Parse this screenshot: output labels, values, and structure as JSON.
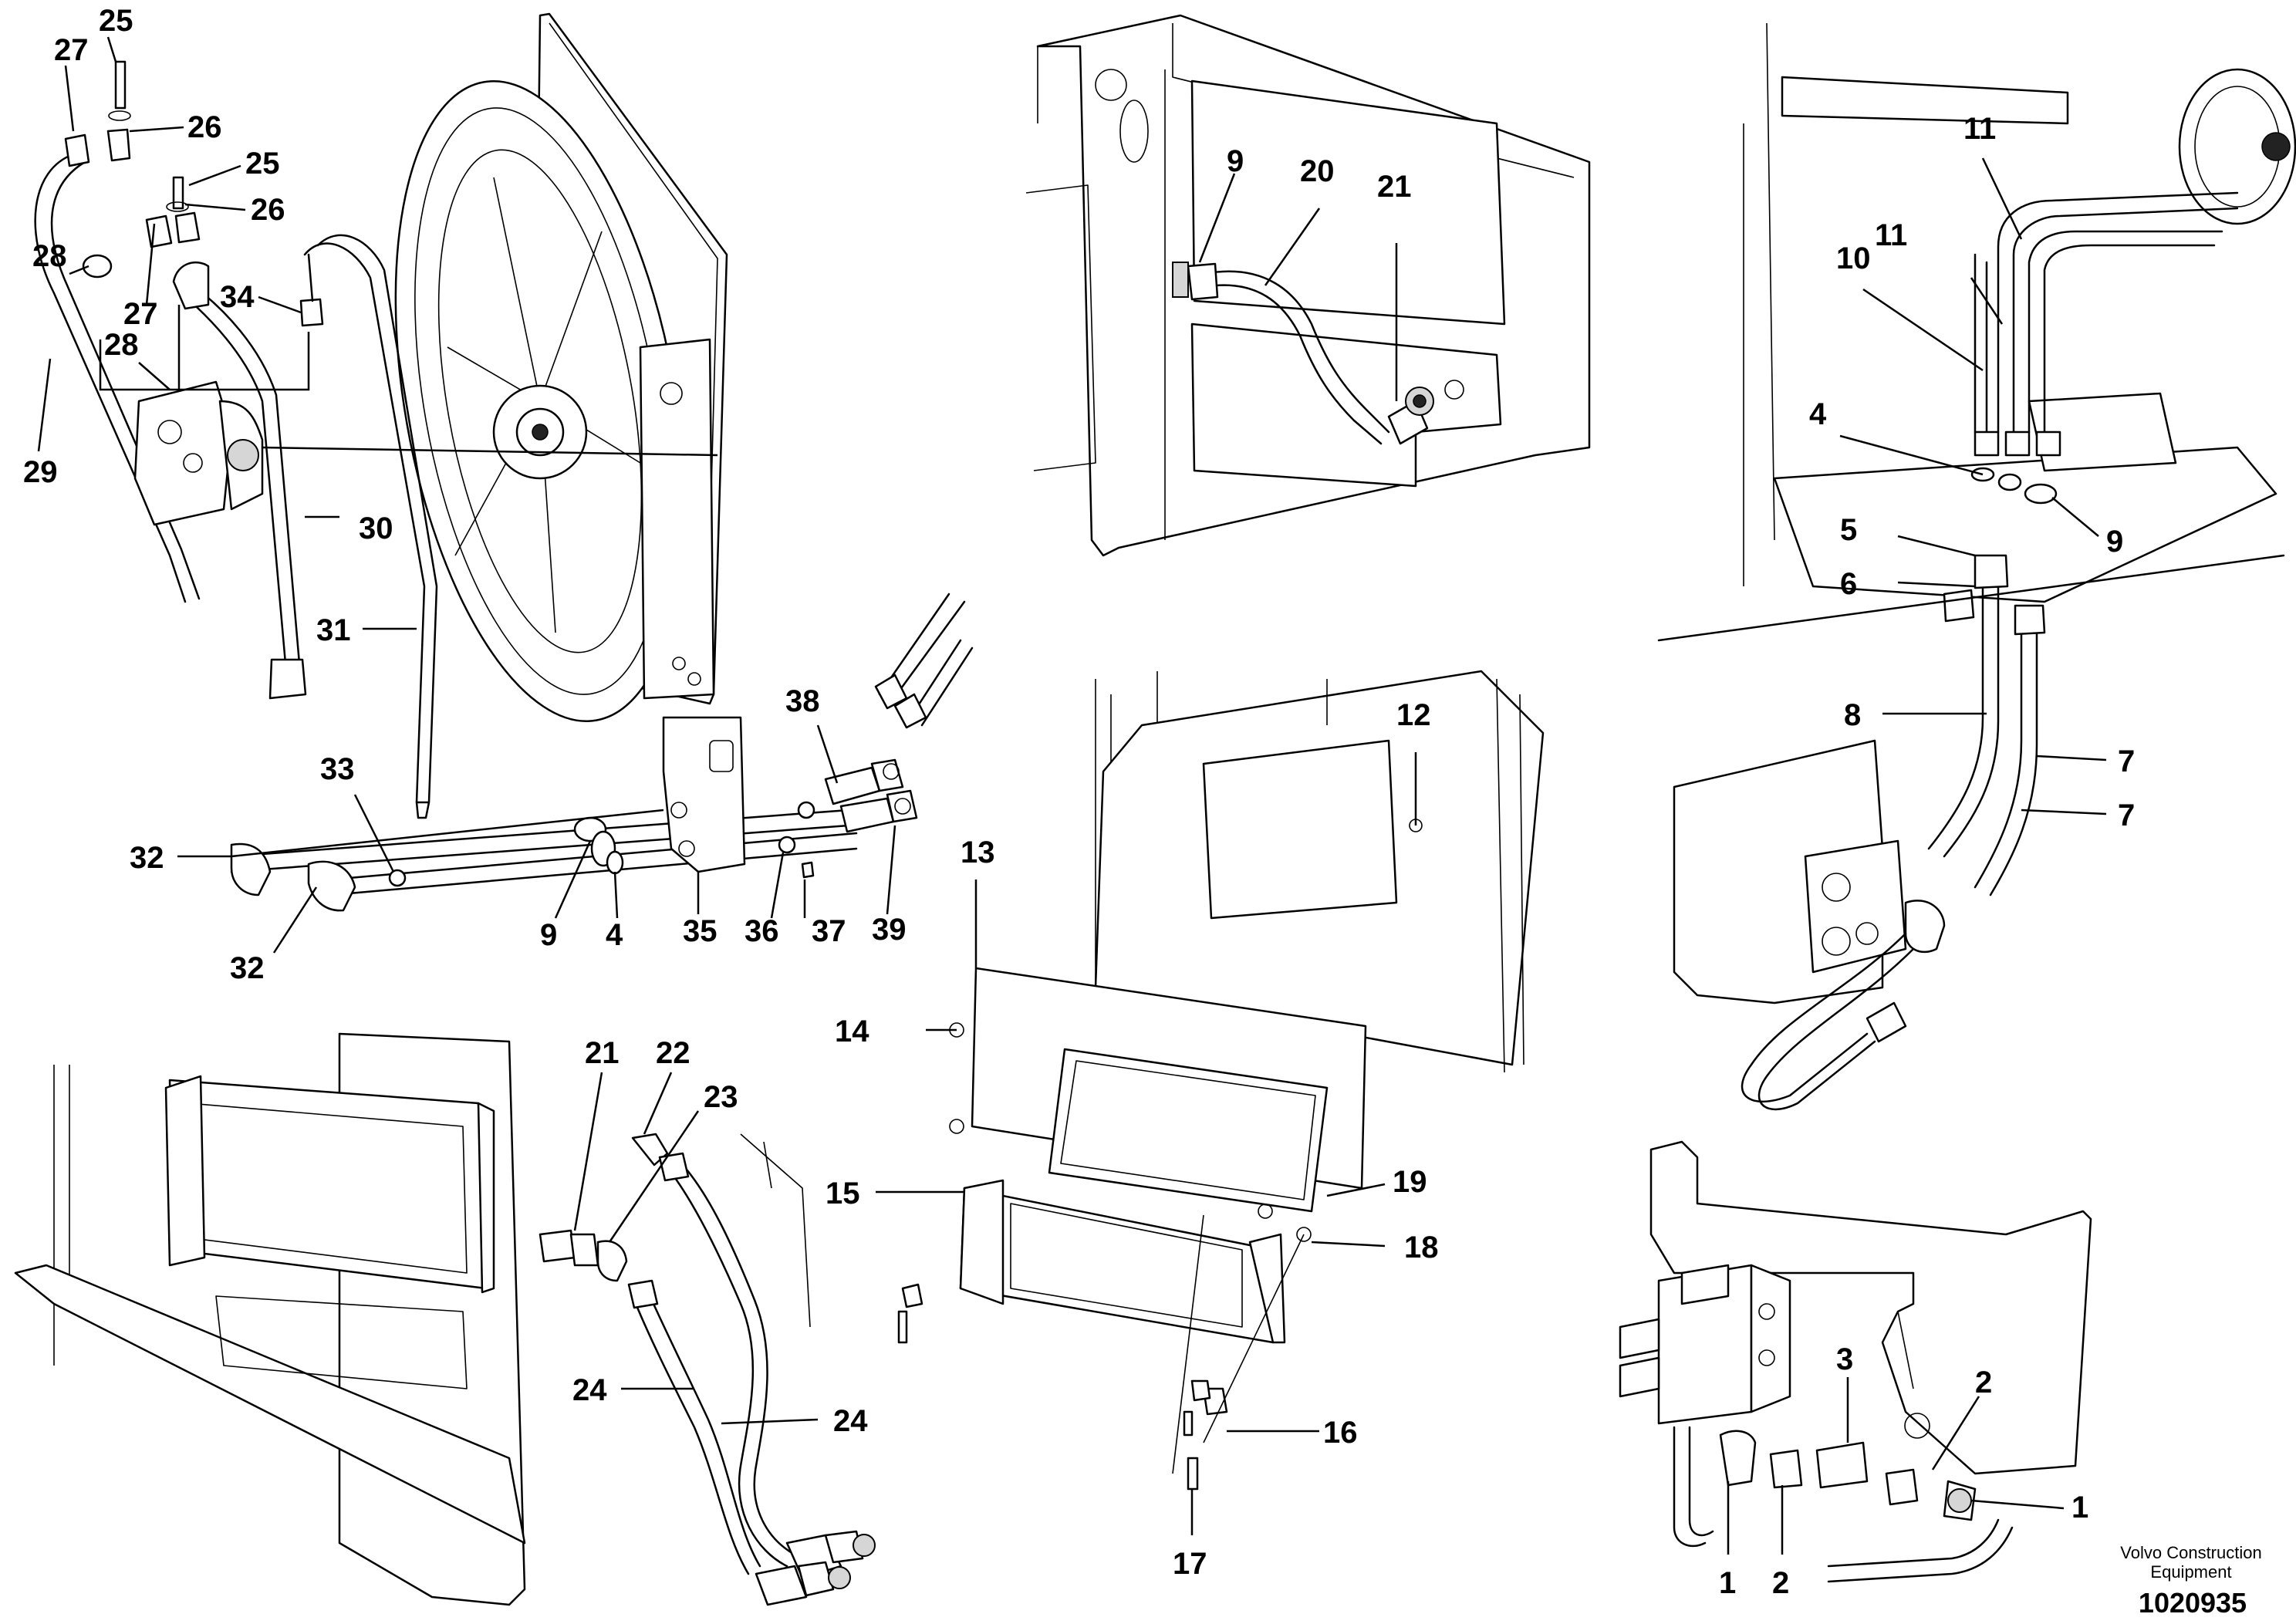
{
  "callouts": {
    "c1a": "1",
    "c1b": "1",
    "c2a": "2",
    "c2b": "2",
    "c3": "3",
    "c4a": "4",
    "c4b": "4",
    "c5": "5",
    "c6": "6",
    "c7a": "7",
    "c7b": "7",
    "c8": "8",
    "c9a": "9",
    "c9b": "9",
    "c9c": "9",
    "c10": "10",
    "c11a": "11",
    "c11b": "11",
    "c12": "12",
    "c13": "13",
    "c14": "14",
    "c15": "15",
    "c16": "16",
    "c17": "17",
    "c18": "18",
    "c19": "19",
    "c20": "20",
    "c21a": "21",
    "c21b": "21",
    "c22": "22",
    "c23": "23",
    "c24a": "24",
    "c24b": "24",
    "c25a": "25",
    "c25b": "25",
    "c26a": "26",
    "c26b": "26",
    "c27a": "27",
    "c27b": "27",
    "c28a": "28",
    "c28b": "28",
    "c29": "29",
    "c30": "30",
    "c31": "31",
    "c32a": "32",
    "c32b": "32",
    "c33": "33",
    "c34": "34",
    "c35": "35",
    "c36": "36",
    "c37": "37",
    "c38": "38",
    "c39": "39"
  },
  "footer": {
    "brand_line1": "Volvo Construction",
    "brand_line2": "Equipment",
    "drawing_number": "1020935"
  }
}
